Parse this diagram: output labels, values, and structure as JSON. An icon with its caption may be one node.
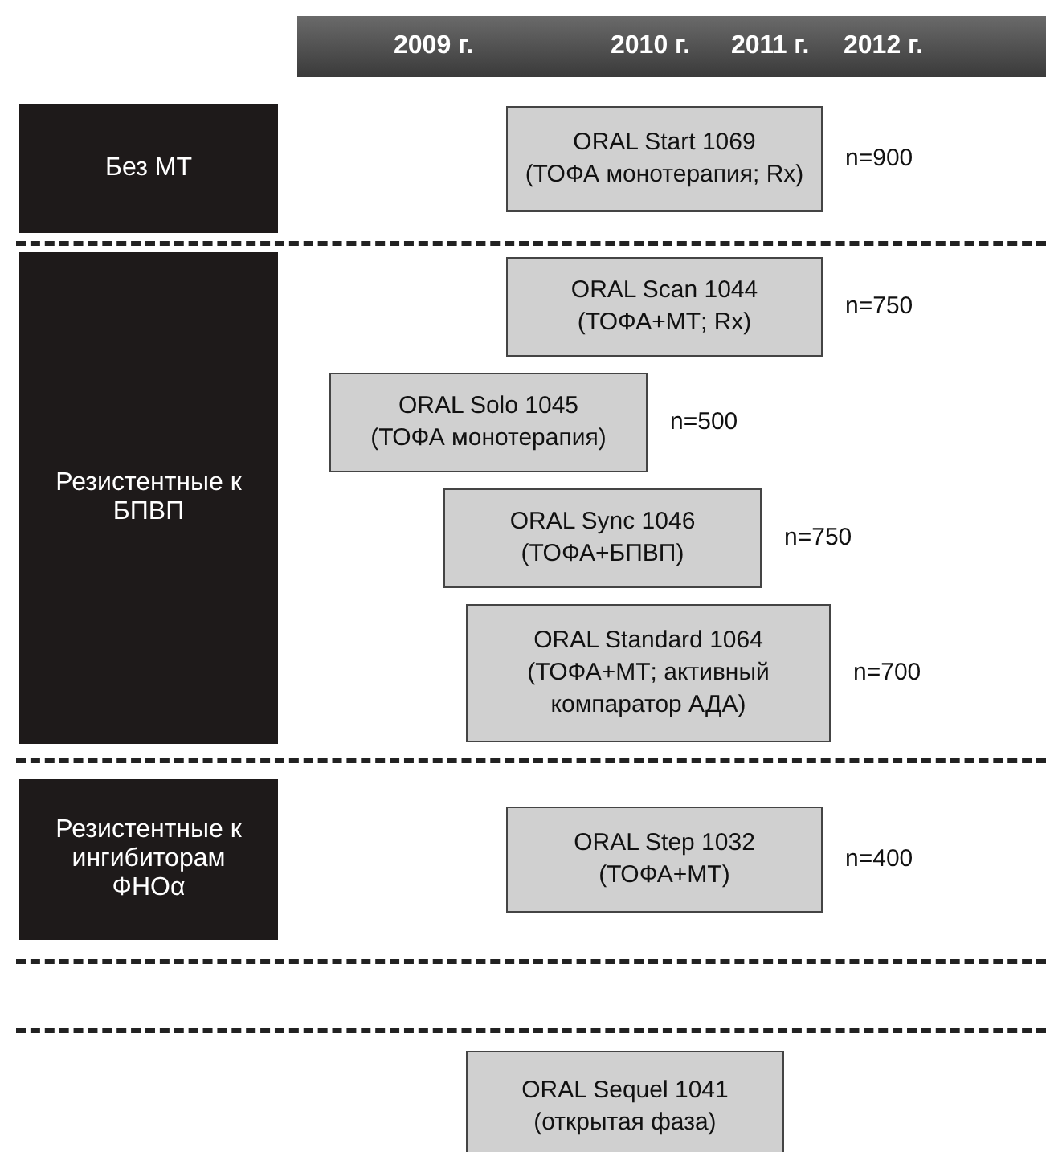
{
  "diagram": {
    "nodes": [
      {
        "text": [
          "2009 г.",
          "2010 г.",
          "2011 г.",
          "2012 г."
        ]
      },
      {
        "text": [
          "Без МТ"
        ]
      },
      {
        "text": [
          "ORAL Start 1069",
          "(ТОФА монотерапия; Rx)"
        ],
        "beside": [
          "n=900"
        ]
      },
      {
        "text": [
          "Резистентные к БПВП"
        ]
      },
      {
        "text": [
          "ORAL Scan 1044",
          "(ТОФА+МТ; Rx)"
        ],
        "beside": [
          "n=750"
        ]
      },
      {
        "text": [
          "ORAL Solo 1045",
          "(ТОФА монотерапия)"
        ],
        "beside": [
          "n=500"
        ]
      },
      {
        "text": [
          "ORAL Sync 1046",
          "(ТОФА+БПВП)"
        ],
        "beside": [
          "n=750"
        ]
      },
      {
        "text": [
          "ORAL Standard 1064",
          "(ТОФА+МТ; активный компаратор АДА)"
        ],
        "beside": [
          "n=700"
        ]
      },
      {
        "text": [
          "Резистентные к ингибиторам ФНОα"
        ]
      },
      {
        "text": [
          "ORAL Step 1032",
          "(ТОФА+МТ)"
        ],
        "beside": [
          "n=400"
        ]
      },
      {
        "text": [
          "ORAL Sequel 1041",
          "(открытая фаза)"
        ]
      }
    ]
  }
}
